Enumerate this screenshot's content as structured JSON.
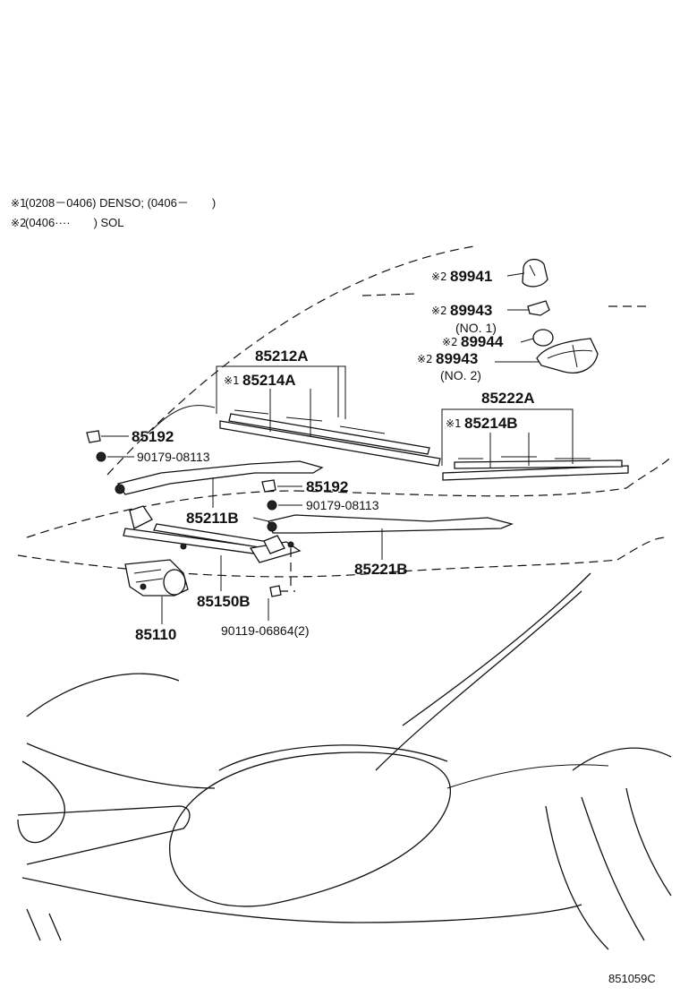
{
  "notes": {
    "note1_marker": "※1",
    "note1_text": "(0208－0406) DENSO; (0406－　　)",
    "note2_marker": "※2",
    "note2_text": "(0406····　　) SOL"
  },
  "labels": {
    "p89941_marker": "※2",
    "p89941": "89941",
    "p89943a_marker": "※2",
    "p89943a": "89943",
    "p89943a_sub": "(NO. 1)",
    "p89944_marker": "※2",
    "p89944": "89944",
    "p89943b_marker": "※2",
    "p89943b": "89943",
    "p89943b_sub": "(NO. 2)",
    "p85212a": "85212A",
    "p85214a_marker": "※1",
    "p85214a": "85214A",
    "p85222a": "85222A",
    "p85214b_marker": "※1",
    "p85214b": "85214B",
    "p85192a": "85192",
    "p90179a": "90179-08113",
    "p85192b": "85192",
    "p90179b": "90179-08113",
    "p85211b": "85211B",
    "p85221b": "85221B",
    "p85150b": "85150B",
    "p85110": "85110",
    "p90119": "90119-06864(2)"
  },
  "figure_code": "851059C"
}
